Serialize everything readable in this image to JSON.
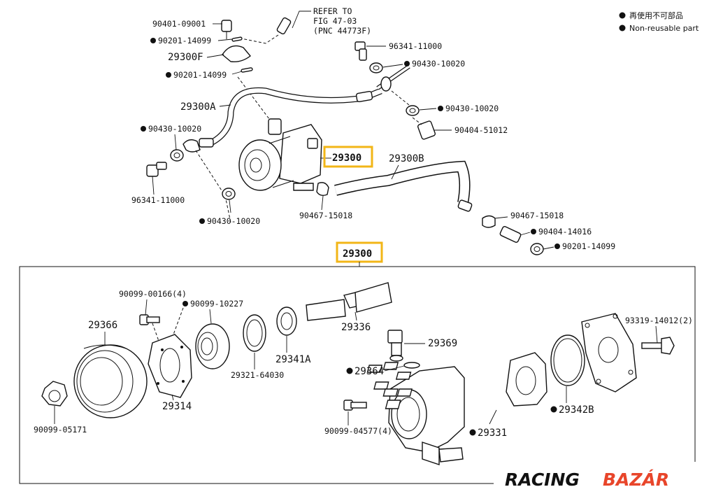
{
  "legend": {
    "jp": "再使用不可部品",
    "en": "Non-reusable part"
  },
  "refer": {
    "line1": "REFER TO",
    "line2": "FIG 47-03",
    "line3": "(PNC 44773F)"
  },
  "top_labels": {
    "l_90401_09001": "90401-09001",
    "l_90201_14099_a": "90201-14099",
    "l_29300F": "29300F",
    "l_90201_14099_b": "90201-14099",
    "l_29300A": "29300A",
    "l_90430_10020_a": "90430-10020",
    "l_96341_11000_a": "96341-11000",
    "l_90430_10020_b": "90430-10020",
    "l_96341_11000_b": "96341-11000",
    "l_90430_10020_c": "90430-10020",
    "l_90430_10020_d": "90430-10020",
    "l_90404_51012": "90404-51012",
    "l_29300_top": "29300",
    "l_29300B": "29300B",
    "l_90467_15018_a": "90467-15018",
    "l_90467_15018_b": "90467-15018",
    "l_90404_14016": "90404-14016",
    "l_90201_14099_c": "90201-14099"
  },
  "bottom_labels": {
    "l_29300_box": "29300",
    "l_90099_00166": "90099-00166(4)",
    "l_90099_10227": "90099-10227",
    "l_29366": "29366",
    "l_29336": "29336",
    "l_93319_14012": "93319-14012(2)",
    "l_29369": "29369",
    "l_29341A": "29341A",
    "l_29364": "29364",
    "l_29321_64030": "29321-64030",
    "l_29314": "29314",
    "l_29342B": "29342B",
    "l_90099_05171": "90099-05171",
    "l_90099_04577": "90099-04577(4)",
    "l_29331": "29331"
  },
  "watermark": {
    "racing": "RACING",
    "bazar": "BAZÁR"
  },
  "colors": {
    "highlight": "#f2b617",
    "brand_accent": "#e8452a"
  }
}
